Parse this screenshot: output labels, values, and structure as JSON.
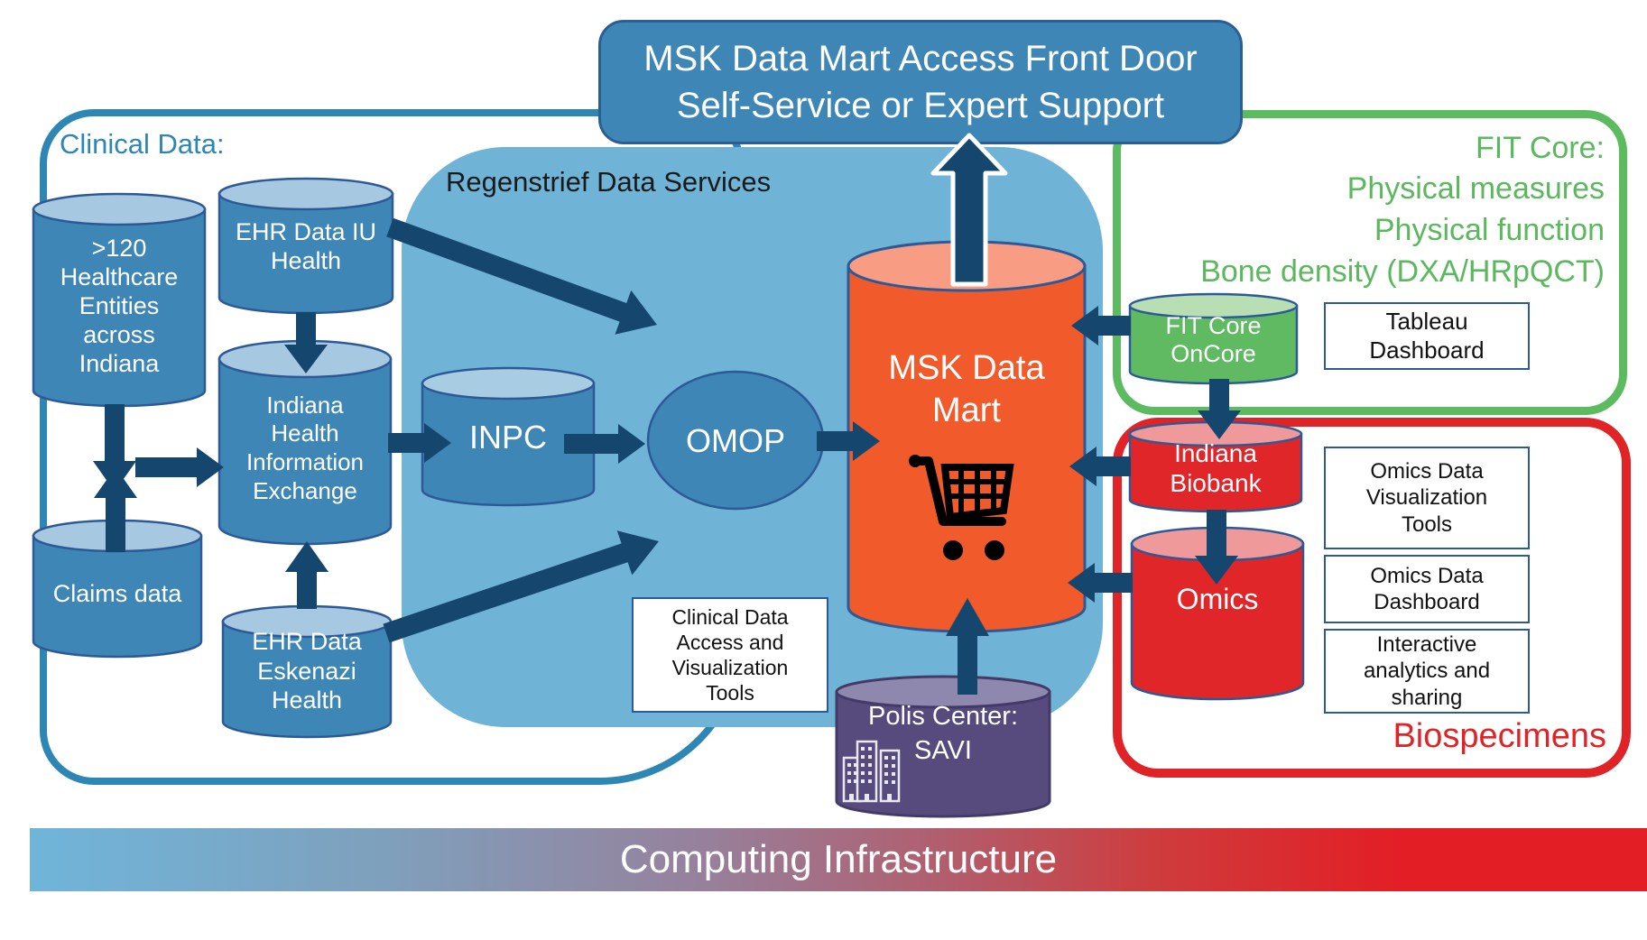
{
  "colors": {
    "blue": "#3e86b6",
    "blue_light": "#a6c9e1",
    "blue_panel": "#6fb3d6",
    "blue_border": "#2e86b5",
    "navy_arrow": "#15466e",
    "cylinder_stroke": "#2d5a96",
    "orange": "#f15b2c",
    "orange_light": "#f89c83",
    "green": "#5fba62",
    "green_light": "#b8dfb4",
    "green_border": "#5cbb5e",
    "red": "#e12629",
    "red_light": "#ef999b",
    "red_border": "#e02327",
    "purple": "#574b7e",
    "purple_light": "#8e87ae",
    "text_white": "#ffffff",
    "text_black": "#111111"
  },
  "front_door": {
    "line1": "MSK Data Mart Access Front Door",
    "line2": "Self-Service or Expert Support"
  },
  "clinical": {
    "heading": "Clinical Data:",
    "entities": ">120\nHealthcare\nEntities\nacross\nIndiana",
    "ehr_iu": "EHR Data IU\nHealth",
    "ihie": "Indiana\nHealth\nInformation\nExchange",
    "claims": "Claims data",
    "eskenazi": "EHR Data\nEskenazi\nHealth"
  },
  "regenstrief": {
    "title": "Regenstrief Data Services",
    "inpc": "INPC",
    "omop": "OMOP",
    "access_box": "Clinical Data\nAccess and\nVisualization\nTools"
  },
  "msk": {
    "label": "MSK Data\nMart",
    "icon": "shopping-cart"
  },
  "fit": {
    "heading": "FIT Core:\nPhysical measures\nPhysical function\nBone density (DXA/HRpQCT)",
    "oncore": "FIT Core\nOnCore",
    "tableau": "Tableau\nDashboard"
  },
  "biospecimens": {
    "heading": "Biospecimens",
    "biobank": "Indiana\nBiobank",
    "omics": "Omics",
    "viz_tools": "Omics Data\nVisualization\nTools",
    "dashboard": "Omics Data\nDashboard",
    "interactive": "Interactive\nanalytics and\nsharing"
  },
  "polis": {
    "label": "Polis Center:\nSAVI",
    "icon": "buildings"
  },
  "footer": {
    "label": "Computing Infrastructure"
  }
}
